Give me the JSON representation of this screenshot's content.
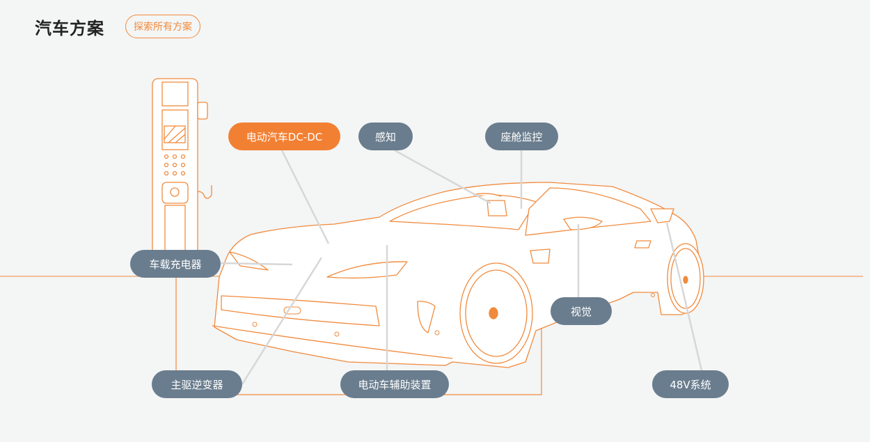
{
  "header": {
    "title": "汽车方案",
    "explore_label": "探索所有方案"
  },
  "hotspots": {
    "dcdc": "电动汽车DC-DC",
    "sense": "感知",
    "cabin": "座舱监控",
    "obc": "车载充电器",
    "vision": "视觉",
    "inverter": "主驱逆变器",
    "aux": "电动车辅助装置",
    "v48": "48V系统"
  },
  "colors": {
    "accent": "#f28033",
    "pill": "#6a7d8e",
    "background": "#f4f5f5",
    "line": "#f08a3c"
  }
}
